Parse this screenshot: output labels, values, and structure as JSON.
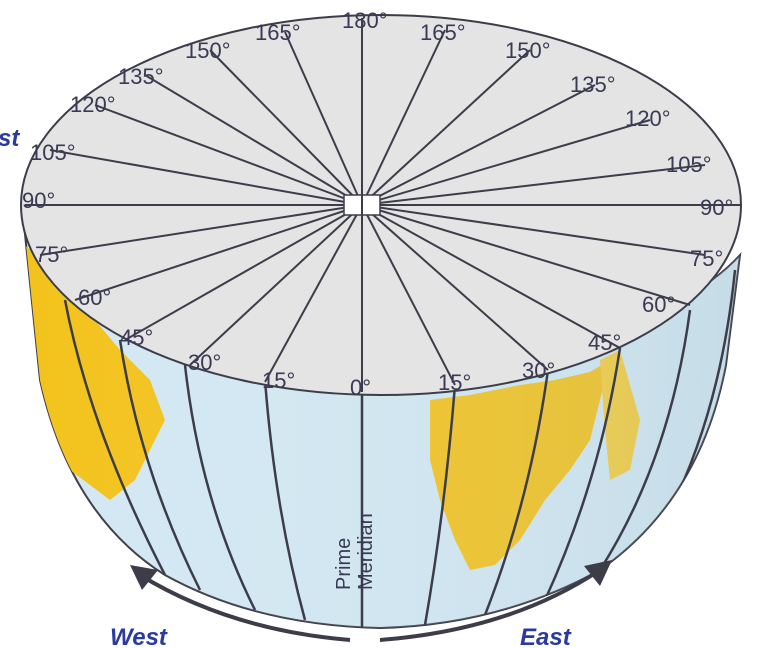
{
  "diagram": {
    "labels": {
      "west": "West",
      "east": "East",
      "west_partial": "st",
      "prime_meridian_line1": "Prime",
      "prime_meridian_line2": "Meridian"
    },
    "degree_labels": {
      "top_180": "180°",
      "w165": "165°",
      "w150": "150°",
      "w135": "135°",
      "w120": "120°",
      "w105": "105°",
      "w90": "90°",
      "w75": "75°",
      "w60": "60°",
      "w45": "45°",
      "w30": "30°",
      "w15": "15°",
      "zero": "0°",
      "e15": "15°",
      "e30": "30°",
      "e45": "45°",
      "e60": "60°",
      "e75": "75°",
      "e90": "90°",
      "e105": "105°",
      "e120": "120°",
      "e135": "135°",
      "e150": "150°",
      "e165": "165°"
    },
    "colors": {
      "cap_fill": "#e4e4e4",
      "ocean": "#d2e8f2",
      "land": "#f3c21a",
      "lines": "#3d3d4a",
      "direction_text": "#2b3aa0"
    }
  }
}
